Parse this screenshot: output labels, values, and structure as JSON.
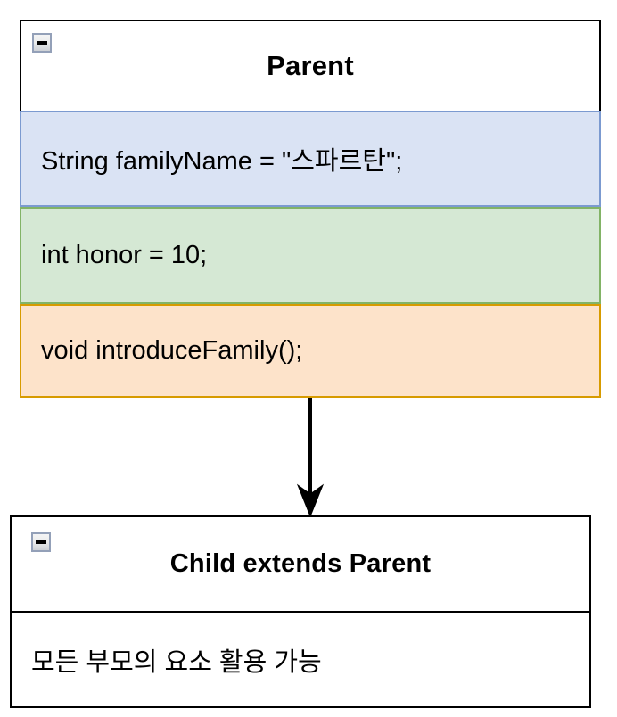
{
  "diagram": {
    "type": "uml-class-inheritance",
    "background_color": "#ffffff",
    "parent": {
      "collapse_icon": "collapse-minus-icon",
      "title": "Parent",
      "members": [
        {
          "text": "String familyName = \"스파르탄\";",
          "kind": "field",
          "fill_color": "#dae3f4",
          "border_color": "#7b9ad0"
        },
        {
          "text": "int honor = 10;",
          "kind": "field",
          "fill_color": "#d5e8d4",
          "border_color": "#82b366"
        },
        {
          "text": "void introduceFamily();",
          "kind": "method",
          "fill_color": "#fde3ca",
          "border_color": "#d79b00"
        }
      ],
      "border_color": "#000000"
    },
    "connector": {
      "name": "inheritance-arrow",
      "style": "solid-line-filled-arrowhead",
      "color": "#000000",
      "direction": "parent-to-child"
    },
    "child": {
      "collapse_icon": "collapse-minus-icon",
      "title": "Child extends Parent",
      "members": [
        {
          "text": "모든 부모의 요소 활용 가능",
          "kind": "note",
          "fill_color": "#ffffff",
          "border_color": "#000000"
        }
      ],
      "border_color": "#000000"
    }
  }
}
